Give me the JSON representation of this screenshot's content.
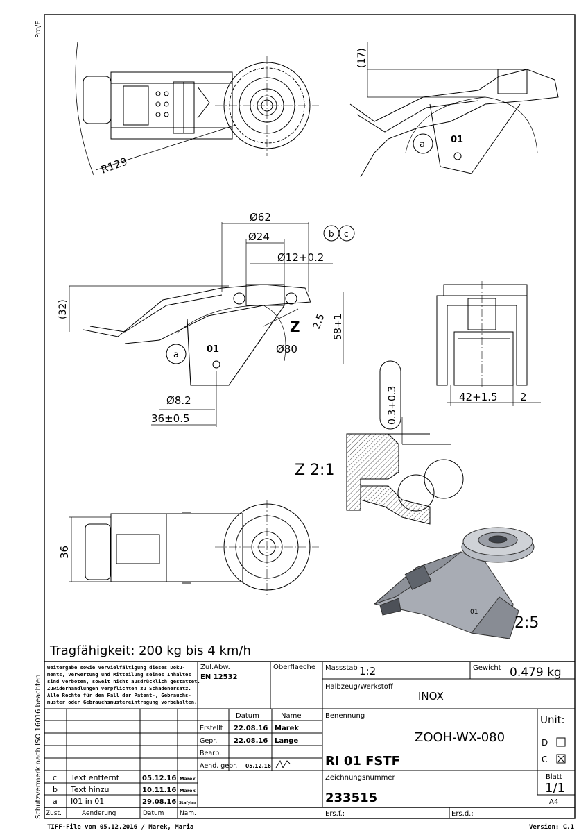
{
  "margin_left": "Pro/E",
  "margin_iso": "Schutzvermerk nach ISO 16016 beachten",
  "dims": {
    "r129": "R129",
    "d17": "(17)",
    "d62": "Ø62",
    "d24": "Ø24",
    "d12": "Ø12+0.2",
    "d32": "(32)",
    "d25": "2.5",
    "d58": "58+1",
    "d80": "Ø80",
    "d82": "Ø8.2",
    "d36t": "36±0.5",
    "d03": "0.3+0.3",
    "d42": "42+1.5",
    "d2": "2",
    "d36": "36"
  },
  "labels": {
    "a": "a",
    "b": "b",
    "c": "c",
    "o1": "01",
    "z": "Z",
    "zdetail": "Z 2:1",
    "scale25": "2:5"
  },
  "capacity": "Tragfähigkeit:  200  kg  bis  4  km/h",
  "legal": [
    "Weitergabe sowie Vervielfältigung dieses Doku-",
    "ments, Verwertung und Mitteilung seines Inhaltes",
    "sind verboten, soweit nicht ausdrücklich gestattet.",
    "Zuwiderhandlungen verpflichten zu Schadenersatz.",
    "Alle Rechte für den Fall der Patent-, Gebrauchs-",
    "muster oder Gebrauchsmustereintragung vorbehalten."
  ],
  "titleblock": {
    "zul_label": "Zul.Abw.",
    "zul_value": "EN 12532",
    "oberflaeche_label": "Oberflaeche",
    "massstab_label": "Massstab",
    "massstab_value": "1:2",
    "gewicht_label": "Gewicht",
    "gewicht_value": "0.479 kg",
    "halbzeug_label": "Halbzeug/Werkstoff",
    "halbzeug_value": "INOX",
    "datum_label": "Datum",
    "name_label": "Name",
    "erstellt_label": "Erstellt",
    "erstellt_date": "22.08.16",
    "erstellt_name": "Marek",
    "gepr_label": "Gepr.",
    "gepr_date": "22.08.16",
    "gepr_name": "Lange",
    "bearb_label": "Bearb.",
    "aend_label": "Aend. gepr.",
    "aend_date": "05.12.16",
    "benennung_label": "Benennung",
    "benennung_1": "ZOOH-WX-080",
    "benennung_2": "RI  01  FSTF",
    "unit_label": "Unit:",
    "unit_d": "D",
    "unit_c": "C",
    "zeichnungsnummer_label": "Zeichnungsnummer",
    "zeichnungsnummer": "233515",
    "blatt_label": "Blatt",
    "blatt_value": "1/1",
    "format": "A4",
    "ersf_label": "Ers.f.:",
    "ersd_label": "Ers.d.:"
  },
  "revisions": [
    {
      "zust": "c",
      "aenderung": "Text entfernt",
      "datum": "05.12.16",
      "name": "Marek"
    },
    {
      "zust": "b",
      "aenderung": "Text hinzu",
      "datum": "10.11.16",
      "name": "Marek"
    },
    {
      "zust": "a",
      "aenderung": "I01 in 01",
      "datum": "29.08.16",
      "name": "Stafylas"
    }
  ],
  "rev_headers": {
    "zust": "Zust.",
    "aenderung": "Aenderung",
    "datum": "Datum",
    "name": "Nam."
  },
  "footer_left": "TIFF-File vom 05.12.2016 / Marek, Maria",
  "footer_right": "Version: C.1"
}
